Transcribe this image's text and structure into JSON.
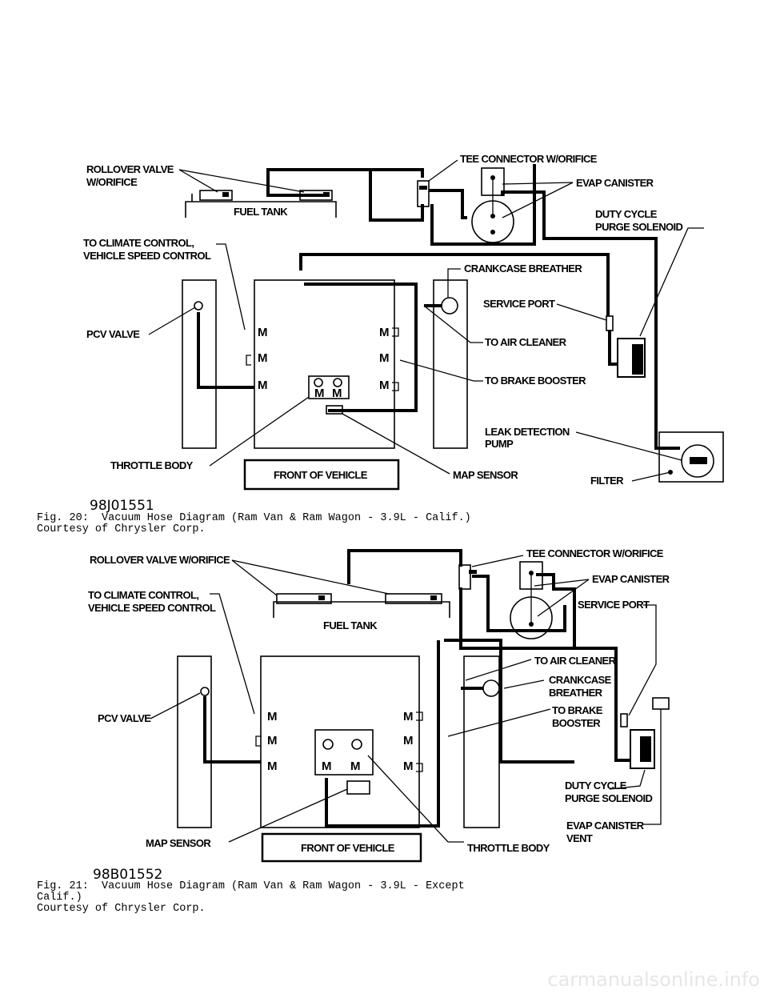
{
  "figure1": {
    "code": "98J01551",
    "labels": {
      "rollover_l1": "ROLLOVER VALVE",
      "rollover_l2": "W/ORIFICE",
      "fuel_tank": "FUEL TANK",
      "tee": "TEE CONNECTOR W/ORIFICE",
      "evap": "EVAP CANISTER",
      "duty_l1": "DUTY CYCLE",
      "duty_l2": "PURGE SOLENOID",
      "climate_l1": "TO CLIMATE CONTROL,",
      "climate_l2": "VEHICLE SPEED CONTROL",
      "crankcase": "CRANKCASE BREATHER",
      "service": "SERVICE PORT",
      "pcv": "PCV  VALVE",
      "air": "TO AIR CLEANER",
      "brake": "TO BRAKE BOOSTER",
      "leak_l1": "LEAK DETECTION",
      "leak_l2": "PUMP",
      "throttle": "THROTTLE BODY",
      "front": "FRONT OF VEHICLE",
      "map": "MAP SENSOR",
      "filter": "FILTER",
      "m": "M"
    },
    "caption_l1": "Fig. 20:  Vacuum Hose Diagram (Ram Van & Ram Wagon - 3.9L - Calif.)",
    "caption_l2": "Courtesy of Chrysler Corp."
  },
  "figure2": {
    "code": "98B01552",
    "labels": {
      "rollover": "ROLLOVER VALVE W/ORIFICE",
      "tee": "TEE CONNECTOR W/ORIFICE",
      "evap": "EVAP CANISTER",
      "climate_l1": "TO CLIMATE CONTROL,",
      "climate_l2": "VEHICLE SPEED CONTROL",
      "service": "SERVICE PORT",
      "fuel_tank": "FUEL TANK",
      "air": "TO AIR CLEANER",
      "crank_l1": "CRANKCASE",
      "crank_l2": "BREATHER",
      "pcv": "PCV VALVE",
      "brake_l1": "TO BRAKE",
      "brake_l2": "BOOSTER",
      "duty_l1": "DUTY CYCLE",
      "duty_l2": "PURGE SOLENOID",
      "vent_l1": "EVAP CANISTER",
      "vent_l2": "VENT",
      "map": "MAP SENSOR",
      "front": "FRONT OF VEHICLE",
      "throttle": "THROTTLE BODY",
      "m": "M"
    },
    "caption_l1": "Fig. 21:  Vacuum Hose Diagram (Ram Van & Ram Wagon - 3.9L - Except",
    "caption_l2": "Calif.)",
    "caption_l3": "Courtesy of Chrysler Corp."
  },
  "watermark": "carmanualsonline.info"
}
